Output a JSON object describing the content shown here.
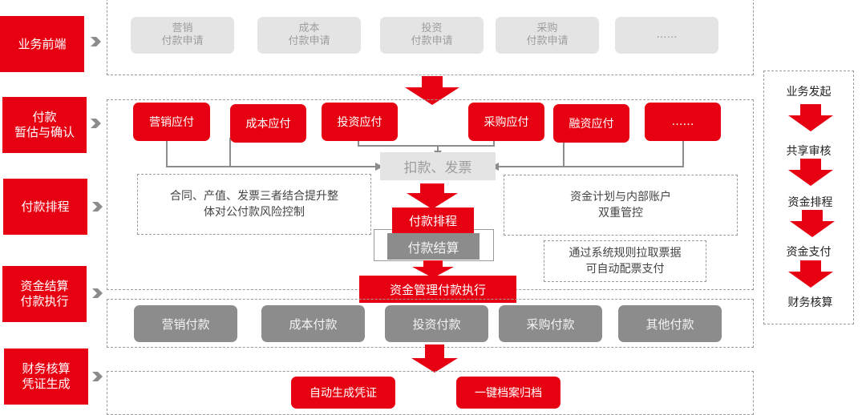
{
  "stages": [
    {
      "label": "业务前端"
    },
    {
      "label": "付款\n暂估与确认"
    },
    {
      "label": "付款排程"
    },
    {
      "label": "资金结算\n付款执行"
    },
    {
      "label": "财务核算\n凭证生成"
    }
  ],
  "front_requests": [
    {
      "label": "营销\n付款申请"
    },
    {
      "label": "成本\n付款申请"
    },
    {
      "label": "投资\n付款申请"
    },
    {
      "label": "采购\n付款申请"
    },
    {
      "label": "……"
    }
  ],
  "payables": [
    {
      "label": "营销应付"
    },
    {
      "label": "成本应付"
    },
    {
      "label": "投资应付"
    },
    {
      "label": "采购应付"
    },
    {
      "label": "融资应付"
    },
    {
      "label": "……"
    }
  ],
  "center": {
    "deduct_invoice": "扣款、发票",
    "schedule": "付款排程",
    "settlement": "付款结算",
    "execution": "资金管理付款执行"
  },
  "notes": {
    "left": "合同、产值、发票三者结合提升整\n体对公付款风险控制",
    "right": "资金计划与内部账户\n双重管控",
    "rule": "通过系统规则拉取票据\n可自动配票支付"
  },
  "payments": [
    {
      "label": "营销付款"
    },
    {
      "label": "成本付款"
    },
    {
      "label": "投资付款"
    },
    {
      "label": "采购付款"
    },
    {
      "label": "其他付款"
    }
  ],
  "accounting": [
    {
      "label": "自动生成凭证"
    },
    {
      "label": "一键档案归档"
    }
  ],
  "flow_steps": [
    {
      "label": "业务发起"
    },
    {
      "label": "共享审核"
    },
    {
      "label": "资金排程"
    },
    {
      "label": "资金支付"
    },
    {
      "label": "财务核算"
    }
  ],
  "colors": {
    "brand_red": "#e60012",
    "gray_box": "#8c8c8c",
    "light_box": "#e4e4e4"
  }
}
